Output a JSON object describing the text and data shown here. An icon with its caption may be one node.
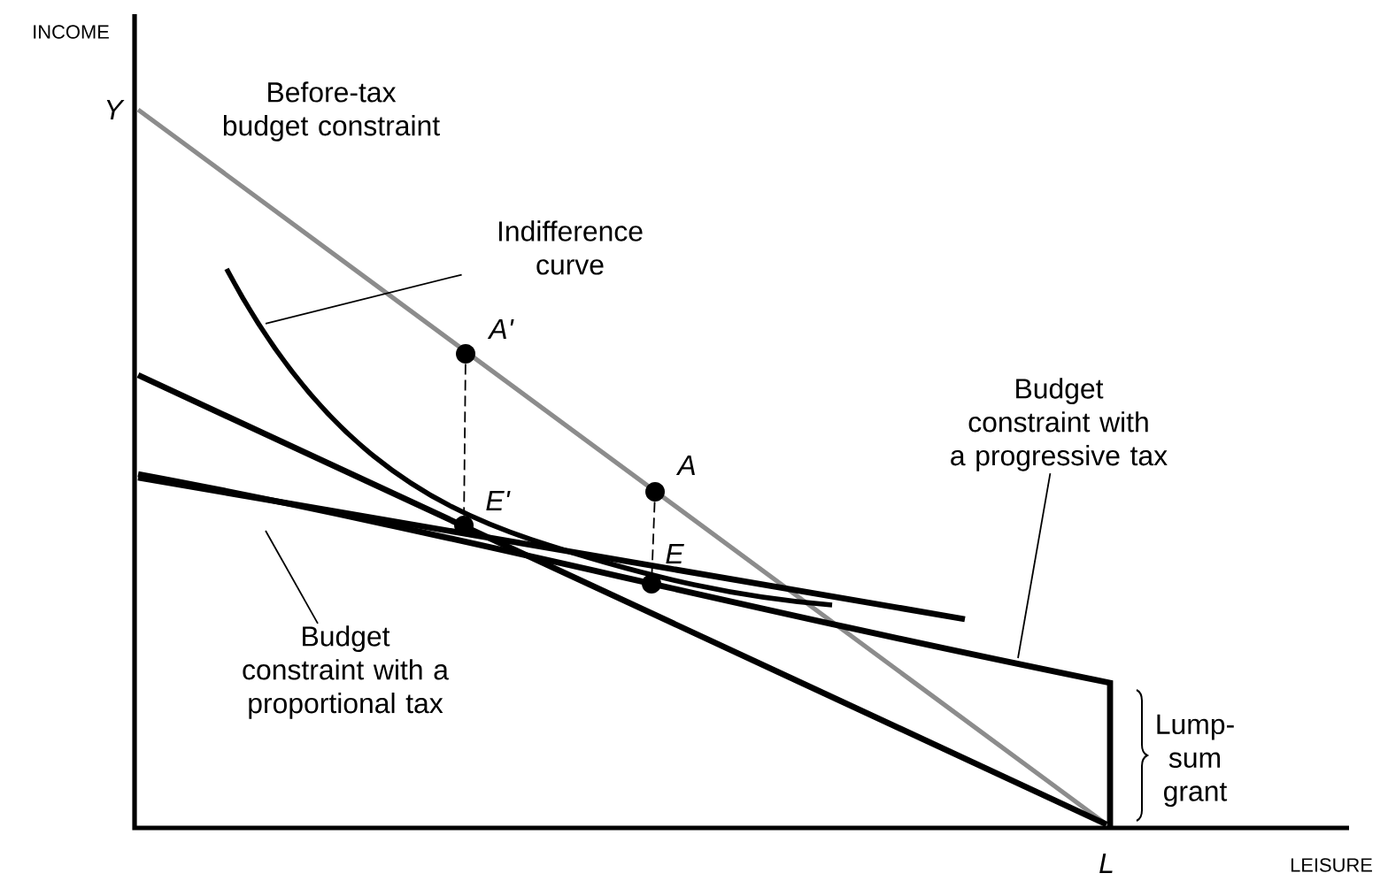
{
  "diagram": {
    "nodes": [
      {
        "text": [
          "Indifference curve"
        ]
      },
      {
        "text": [],
        "shape": "circle",
        "beside": [
          "A'"
        ]
      },
      {
        "text": [
          "Budget constraint with a progressive tax"
        ]
      },
      {
        "text": [],
        "shape": "circle",
        "beside": [
          "A"
        ]
      },
      {
        "text": [],
        "shape": "circle",
        "beside": [
          "E'"
        ]
      },
      {
        "text": [],
        "shape": "circle",
        "beside": [
          "E"
        ]
      },
      {
        "text": [
          "Budget constraint with a proportional tax"
        ]
      }
    ],
    "edges": [
      {
        "from": 0,
        "to": null,
        "arrow": "none"
      },
      {
        "from": 1,
        "to": 4,
        "arrow": "none",
        "style": "dashed"
      },
      {
        "from": 3,
        "to": 5,
        "arrow": "none",
        "style": "dashed"
      },
      {
        "from": 2,
        "to": null,
        "arrow": "none"
      },
      {
        "from": 6,
        "to": null,
        "arrow": "none"
      }
    ],
    "labels": [
      "INCOME",
      "Y",
      "Before-tax budget constraint",
      "Lump-sum grant",
      "L",
      "LEISURE"
    ]
  }
}
